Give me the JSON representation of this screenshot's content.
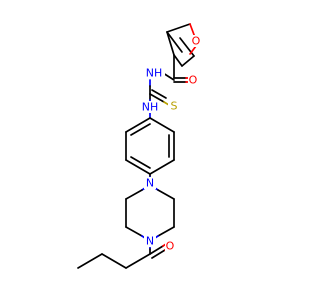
{
  "molecule": {
    "atoms": {
      "furan_o": {
        "label": "O",
        "color": "#ff0000"
      },
      "carbonyl_o": {
        "label": "O",
        "color": "#ff0000"
      },
      "nh_amide": {
        "label": "NH",
        "color": "#0000ff"
      },
      "nh_thio": {
        "label": "NH",
        "color": "#0000ff"
      },
      "thio_s": {
        "label": "S",
        "color": "#b8a000"
      },
      "pip_n_top": {
        "label": "N",
        "color": "#0000ff"
      },
      "pip_n_bottom": {
        "label": "N",
        "color": "#0000ff"
      },
      "butanoyl_o": {
        "label": "O",
        "color": "#ff0000"
      }
    }
  }
}
